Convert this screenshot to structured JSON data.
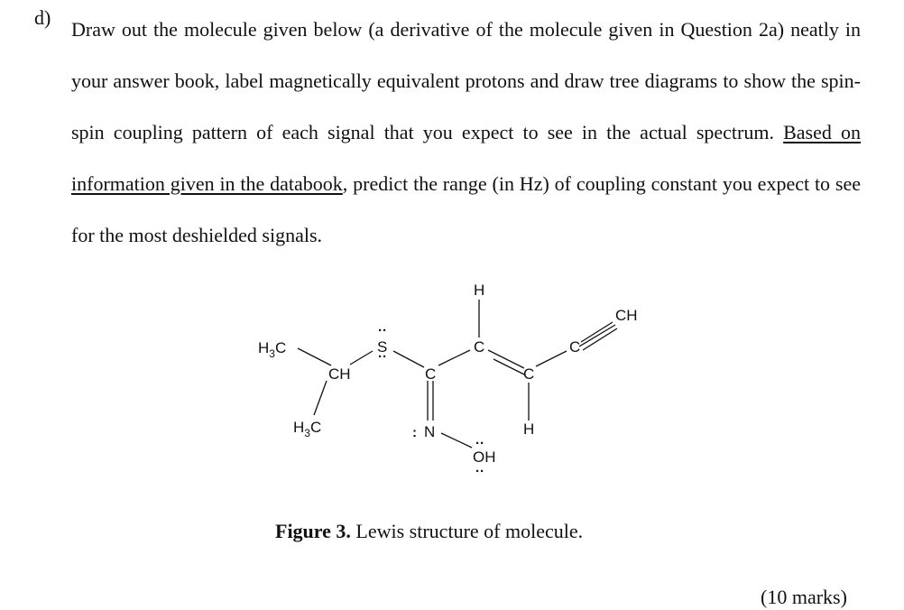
{
  "question": {
    "label": "d)",
    "text_before": "Draw out the molecule given below (a derivative of the molecule given in Question 2a) neatly in your answer book, label magnetically equivalent protons and draw tree diagrams to show the spin-spin coupling pattern of each signal that you expect to see in the actual spectrum. ",
    "underlined": "Based on information given in the databook",
    "text_after": ", predict the range (in Hz) of coupling constant you expect to see for the most deshielded signals."
  },
  "figure": {
    "atoms": {
      "ch3_top": "H3C",
      "ch": "CH",
      "ch3_bottom": "H3C",
      "s": "S",
      "c_oxime": "C",
      "n": "N",
      "oh": "OH",
      "c_vinyl1": "C",
      "h_top": "H",
      "c_vinyl2": "C",
      "h_bottom": "H",
      "c_alkyne": "C",
      "ch_alkyne": "CH"
    },
    "caption_bold": "Figure 3.",
    "caption_text": " Lewis structure of molecule."
  },
  "marks": "(10 marks)"
}
